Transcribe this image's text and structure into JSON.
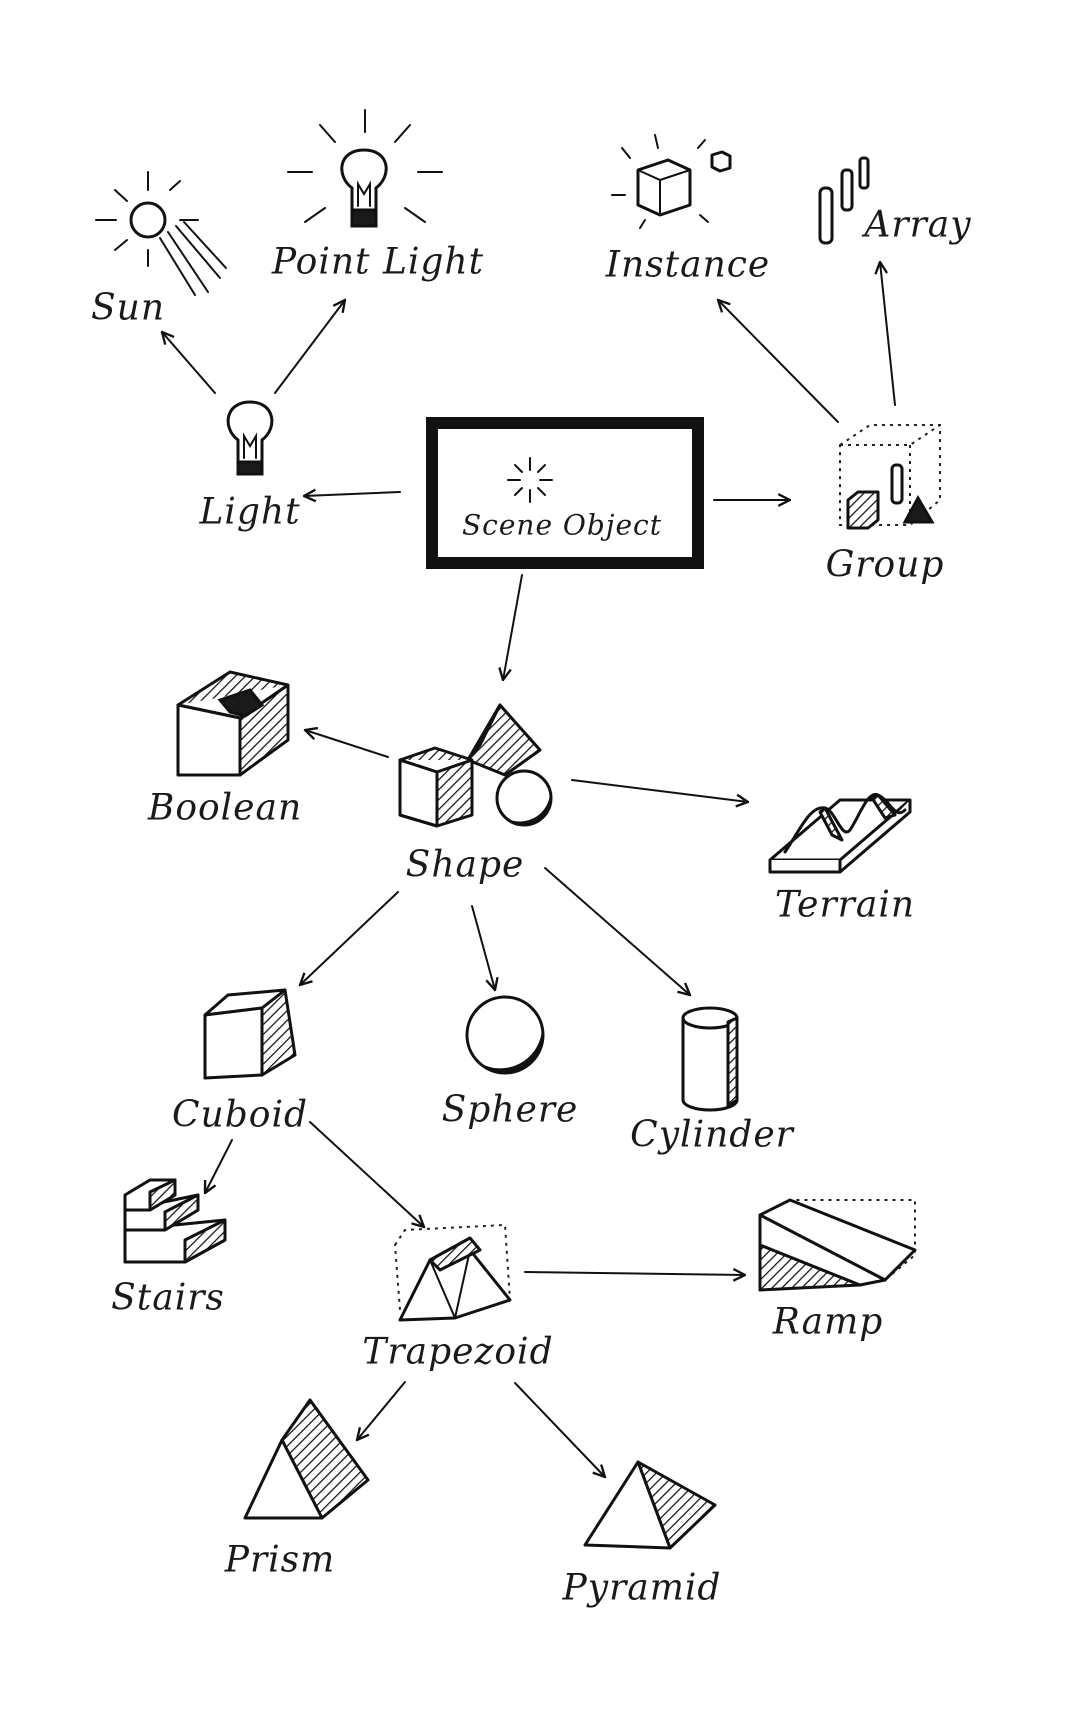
{
  "diagram": {
    "nodes": {
      "scene_object": "Scene Object",
      "light": "Light",
      "sun": "Sun",
      "point_light": "Point Light",
      "group": "Group",
      "instance": "Instance",
      "array": "Array",
      "shape": "Shape",
      "boolean": "Boolean",
      "terrain": "Terrain",
      "cuboid": "Cuboid",
      "sphere": "Sphere",
      "cylinder": "Cylinder",
      "stairs": "Stairs",
      "trapezoid": "Trapezoid",
      "ramp": "Ramp",
      "prism": "Prism",
      "pyramid": "Pyramid"
    },
    "edges": [
      [
        "scene_object",
        "light"
      ],
      [
        "scene_object",
        "group"
      ],
      [
        "scene_object",
        "shape"
      ],
      [
        "light",
        "sun"
      ],
      [
        "light",
        "point_light"
      ],
      [
        "group",
        "instance"
      ],
      [
        "group",
        "array"
      ],
      [
        "shape",
        "boolean"
      ],
      [
        "shape",
        "terrain"
      ],
      [
        "shape",
        "cuboid"
      ],
      [
        "shape",
        "sphere"
      ],
      [
        "shape",
        "cylinder"
      ],
      [
        "cuboid",
        "stairs"
      ],
      [
        "cuboid",
        "trapezoid"
      ],
      [
        "trapezoid",
        "ramp"
      ],
      [
        "trapezoid",
        "prism"
      ],
      [
        "trapezoid",
        "pyramid"
      ]
    ]
  }
}
